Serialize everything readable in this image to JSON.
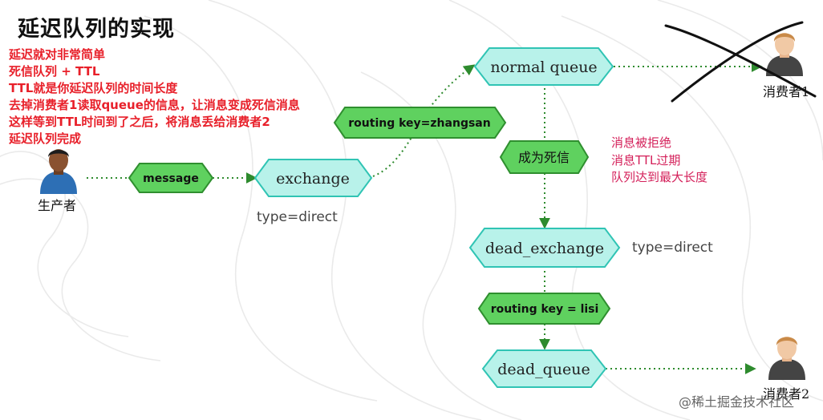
{
  "title": "延迟队列的实现",
  "notes": [
    "延迟就对非常简单",
    "死信队列 + TTL",
    "TTL就是你延迟队列的时间长度",
    "去掉消费者1读取queue的信息，让消息变成死信消息",
    "这样等到TTL时间到了之后，将消息丢给消费者2",
    "延迟队列完成"
  ],
  "nodes": {
    "exchange": "exchange",
    "normal_queue": "normal queue",
    "dead_exchange": "dead_exchange",
    "dead_queue": "dead_queue"
  },
  "tags": {
    "message": "message",
    "routing_key_zhangsan": "routing key=zhangsan",
    "dead_letter": "成为死信",
    "routing_key_lisi": "routing key = lisi"
  },
  "type_labels": {
    "exchange": "type=direct",
    "dead_exchange": "type=direct"
  },
  "reasons": [
    "消息被拒绝",
    "消息TTL过期",
    "队列达到最大长度"
  ],
  "people": {
    "producer": "生产者",
    "consumer1": "消费者1",
    "consumer2": "消费者2"
  },
  "watermark": "@稀土掘金技术社区",
  "colors": {
    "node_fill": "#b8f2ea",
    "node_stroke": "#30c4b4",
    "tag_fill": "#5fd15f",
    "tag_stroke": "#2f8f2f",
    "arrow": "#2e8b2e",
    "notes": "#e8202a",
    "reasons": "#d4205a"
  }
}
